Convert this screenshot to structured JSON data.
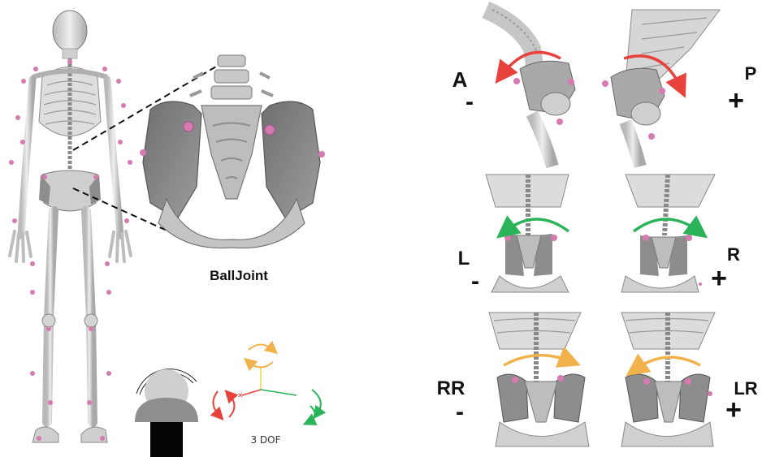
{
  "left": {
    "zoom_title": "BallJoint",
    "dof_label": "3 DOF"
  },
  "right": {
    "rows": [
      {
        "left_label": "A",
        "left_sign": "-",
        "right_label": "P",
        "right_sign": "+"
      },
      {
        "left_label": "L",
        "left_sign": "-",
        "right_label": "R",
        "right_sign": "+"
      },
      {
        "left_label": "RR",
        "left_sign": "-",
        "right_label": "LR",
        "right_sign": "+"
      }
    ]
  },
  "colors": {
    "arrow_red": "#e8423c",
    "arrow_green": "#2bb35a",
    "arrow_orange": "#f2b24b",
    "marker": "#d67ab0",
    "bone_light": "#dcdcdc",
    "bone_dark": "#8a8a8a"
  }
}
